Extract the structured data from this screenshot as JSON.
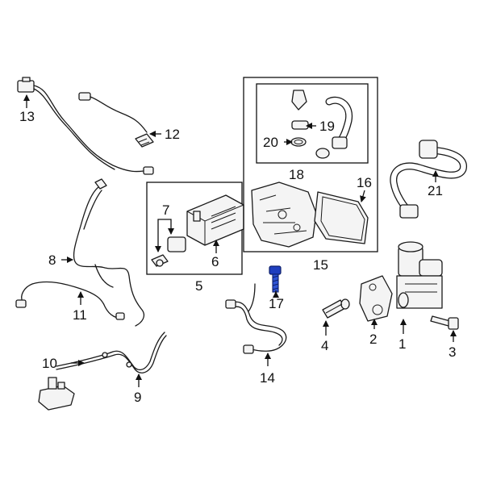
{
  "callouts": [
    "1",
    "2",
    "3",
    "4",
    "5",
    "6",
    "7",
    "8",
    "10",
    "11",
    "9",
    "12",
    "13",
    "14",
    "15",
    "16",
    "17",
    "18",
    "19",
    "20",
    "21"
  ],
  "highlight_color": "#1f3fbf",
  "highlighted_part": "17"
}
